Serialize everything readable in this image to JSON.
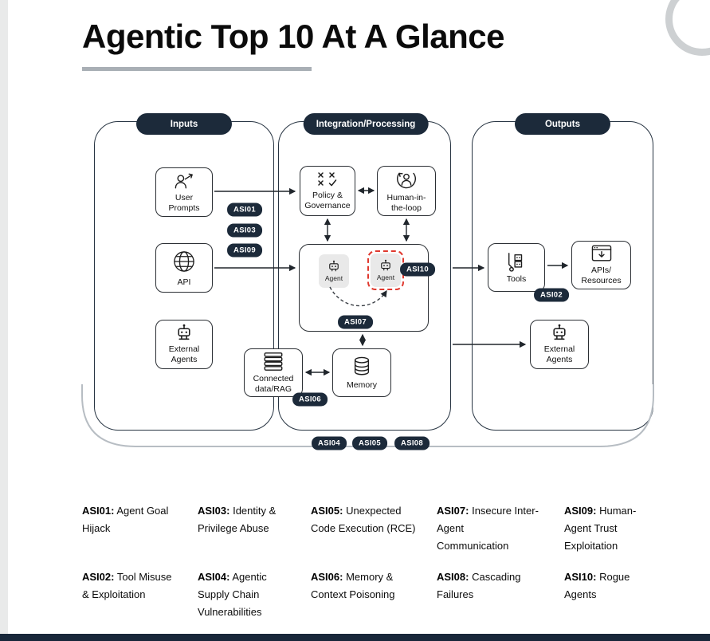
{
  "title": "Agentic Top 10 At A Glance",
  "diagram": {
    "columns": {
      "inputs": "Inputs",
      "processing": "Integration/Processing",
      "outputs": "Outputs"
    },
    "nodes": {
      "user_prompts": "User\nPrompts",
      "api": "API",
      "external_agents_in": "External\nAgents",
      "policy_governance": "Policy &\nGovernance",
      "human_in_the_loop": "Human-in-\nthe-loop",
      "agent_left": "Agent",
      "agent_right": "Agent",
      "connected_data": "Connected\ndata/RAG",
      "memory": "Memory",
      "tools": "Tools",
      "apis_resources": "APIs/\nResources",
      "external_agents_out": "External\nAgents"
    },
    "badges": {
      "asi01": "ASI01",
      "asi02": "ASI02",
      "asi03": "ASI03",
      "asi04": "ASI04",
      "asi05": "ASI05",
      "asi06": "ASI06",
      "asi07": "ASI07",
      "asi08": "ASI08",
      "asi09": "ASI09",
      "asi10": "ASI10"
    }
  },
  "legend": {
    "items": [
      {
        "id": "ASI01:",
        "text": " Agent Goal\nHijack"
      },
      {
        "id": "ASI03:",
        "text": " Identity &\nPrivilege Abuse"
      },
      {
        "id": "ASI05:",
        "text": " Unexpected\nCode Execution (RCE)"
      },
      {
        "id": "ASI07:",
        "text": " Insecure Inter-\nAgent\nCommunication"
      },
      {
        "id": "ASI09:",
        "text": " Human-\nAgent Trust\nExploitation"
      },
      {
        "id": "ASI02:",
        "text": " Tool Misuse\n& Exploitation"
      },
      {
        "id": "ASI04:",
        "text": " Agentic\nSupply Chain\nVulnerabilities"
      },
      {
        "id": "ASI06:",
        "text": " Memory &\nContext Poisoning"
      },
      {
        "id": "ASI08:",
        "text": " Cascading\nFailures"
      },
      {
        "id": "ASI10:",
        "text": " Rogue\nAgents"
      }
    ]
  },
  "colors": {
    "navy": "#1c2a3a",
    "danger_red": "#e0382e",
    "ring_gray": "#cdd0d2",
    "underline_gray": "#a9afb5"
  }
}
